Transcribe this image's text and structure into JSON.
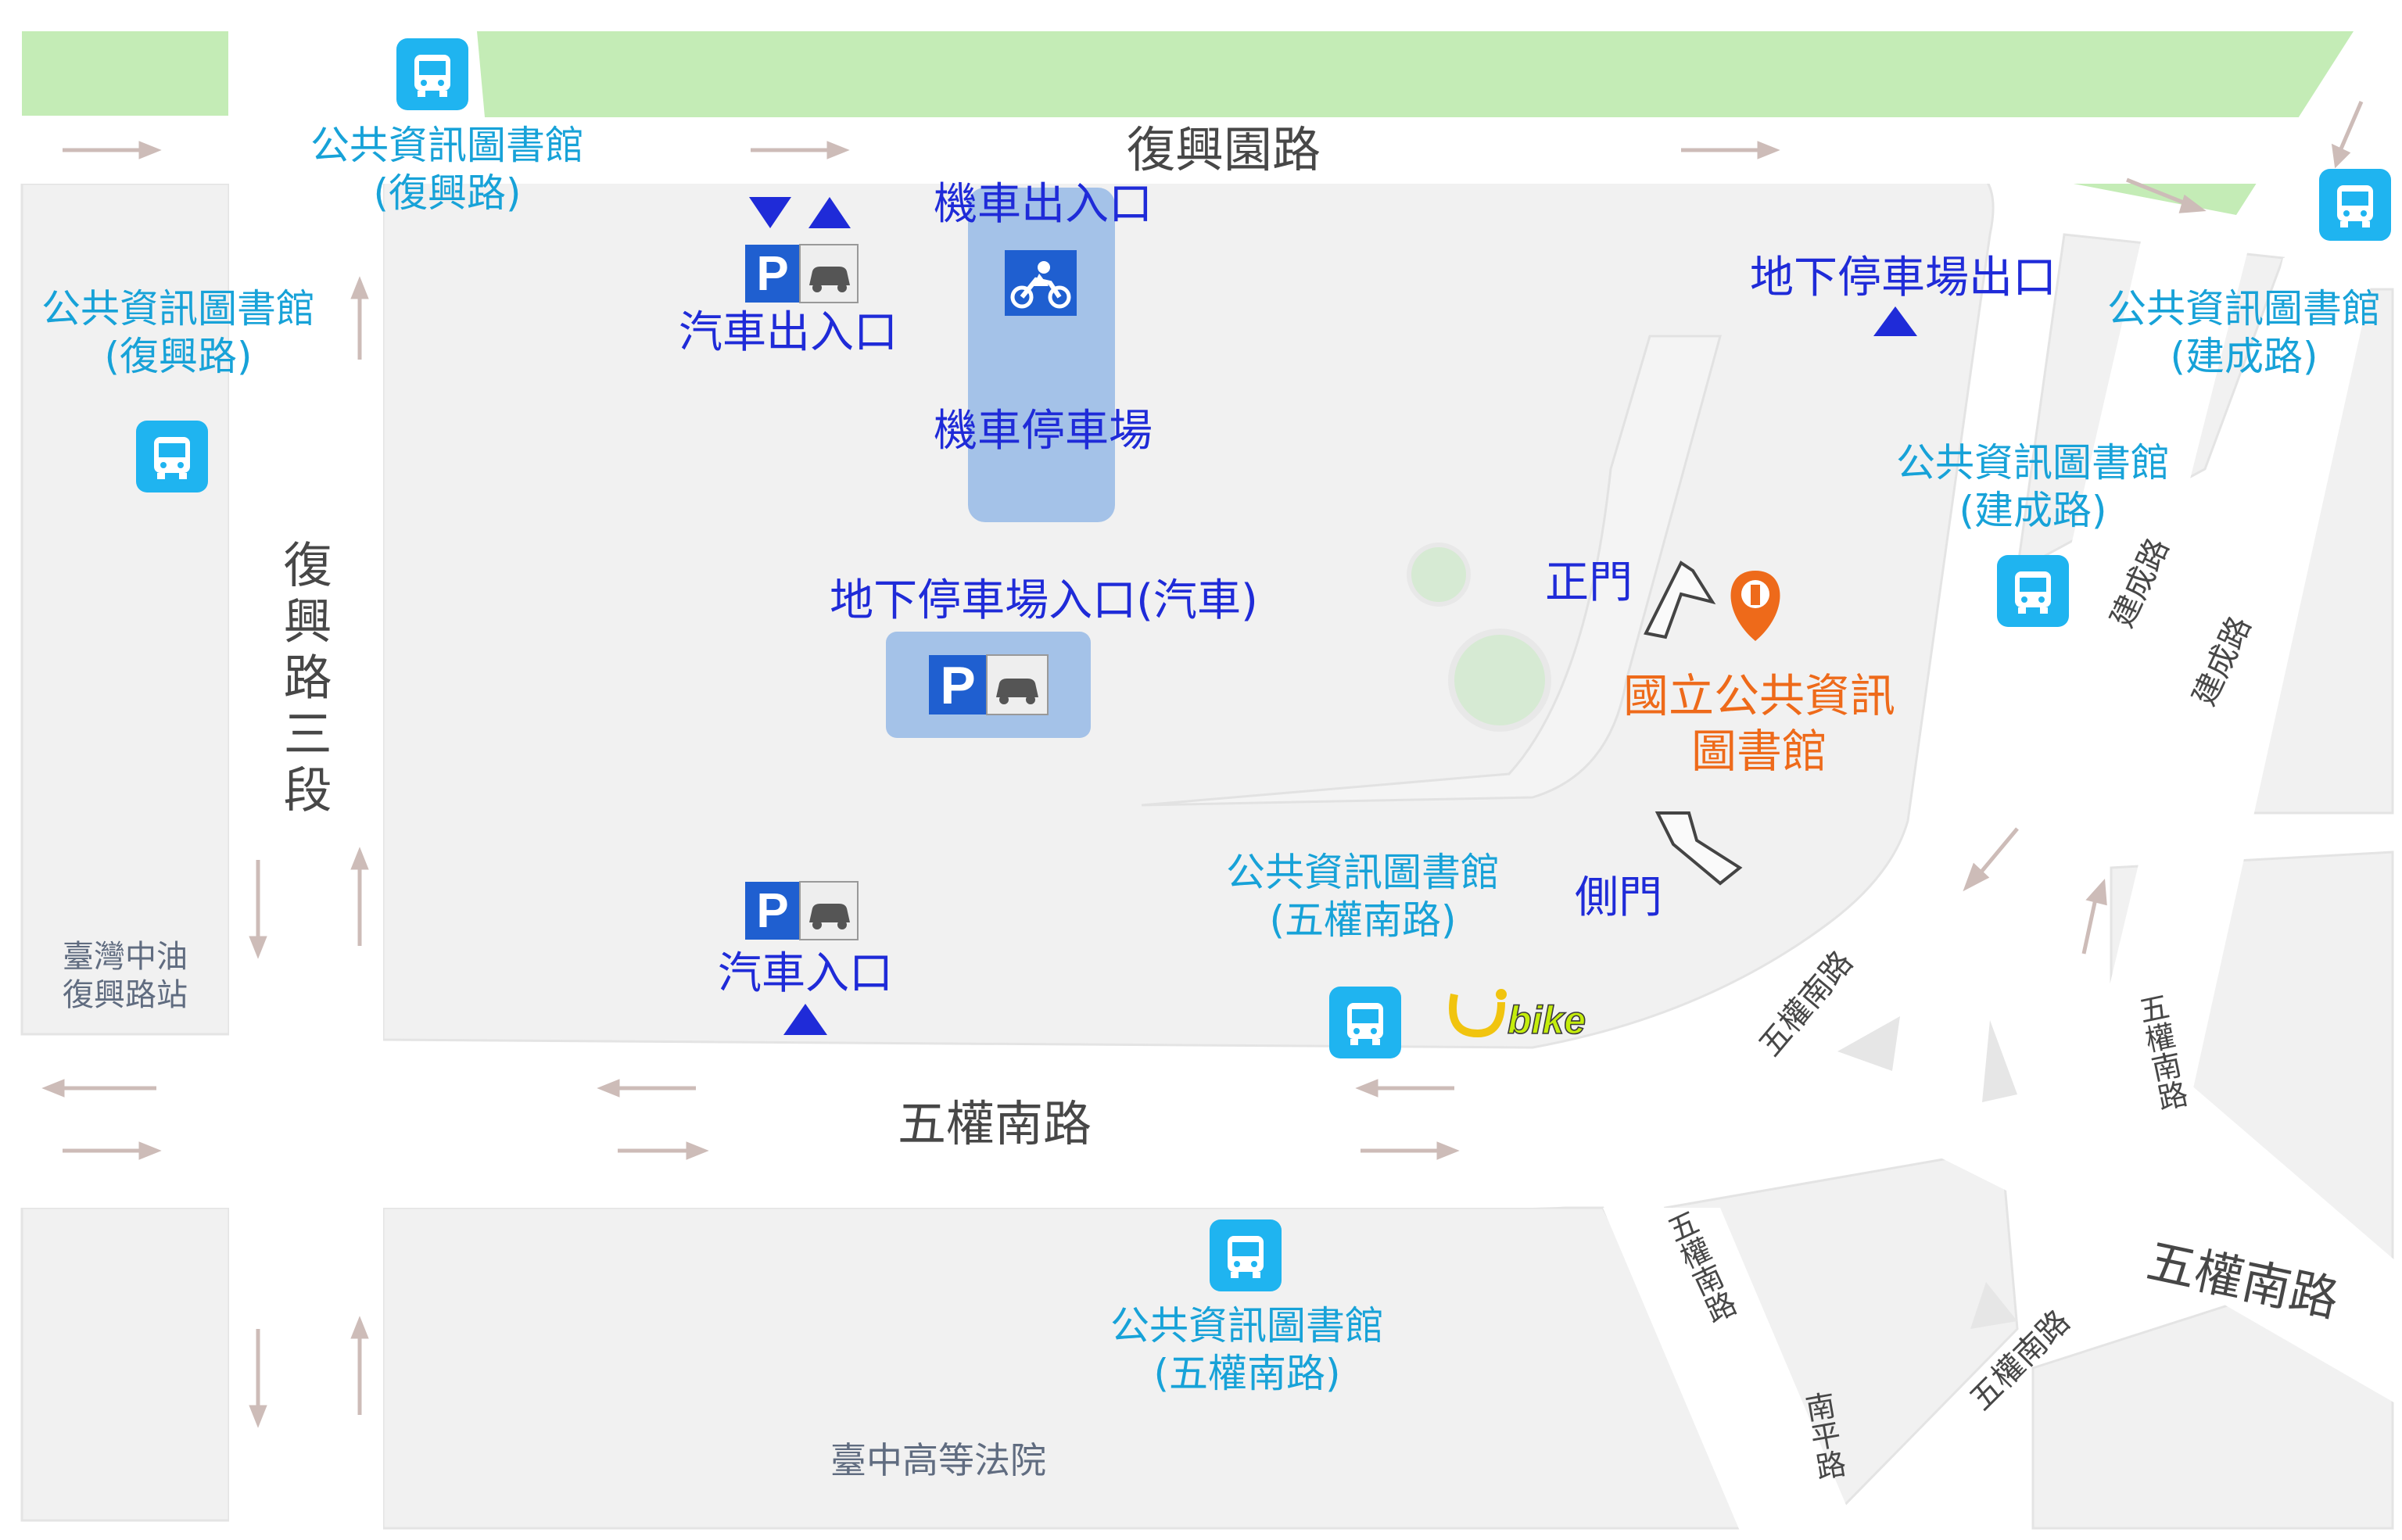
{
  "roads": {
    "fuxing_park": "復興園路",
    "fuxing_sec3": "復興路三段",
    "wuquan_s_main": "五權南路",
    "wuquan_s_right": "五權南路",
    "wuquan_s_diag1": "五權南路",
    "wuquan_s_diag2": "五權南路",
    "wuquan_s_diag3": "五權南路",
    "wuquan_s_diag4": "五權南路",
    "jiancheng1": "建成路",
    "jiancheng2": "建成路",
    "nanping": "南平路"
  },
  "parking": {
    "car_exit_entry": "汽車出入口",
    "motor_entry": "機車出入口",
    "motor_lot": "機車停車場",
    "underground_entry": "地下停車場入口(汽車)",
    "underground_exit": "地下停車場出口",
    "car_entry": "汽車入口"
  },
  "library": {
    "name_line1": "國立公共資訊",
    "name_line2": "圖書館",
    "main_gate": "正門",
    "side_gate": "側門"
  },
  "bus_stops": [
    {
      "name": "公共資訊圖書館",
      "road": "(復興路)"
    },
    {
      "name": "公共資訊圖書館",
      "road": "(復興路)"
    },
    {
      "name": "公共資訊圖書館",
      "road": "(建成路)"
    },
    {
      "name": "公共資訊圖書館",
      "road": "(建成路)"
    },
    {
      "name": "公共資訊圖書館",
      "road": "(五權南路)"
    },
    {
      "name": "公共資訊圖書館",
      "road": "(五權南路)"
    }
  ],
  "buildings": {
    "gas_station_line1": "臺灣中油",
    "gas_station_line2": "復興路站",
    "court": "臺中高等法院"
  },
  "ubike": "Ubike",
  "colors": {
    "road_text": "#474747",
    "parking_text": "#1f2bd8",
    "bus_text": "#17a2d8",
    "bus_icon": "#1fb4f0",
    "library_text": "#ee6a1a",
    "park_green": "#c4ecb6",
    "parking_area": "#a4c2e8",
    "parking_sign": "#1f5fd0"
  },
  "icons": [
    "bus-stop-icon",
    "parking-icon",
    "car-icon",
    "motorcycle-icon",
    "location-pin-icon",
    "gate-flag-icon",
    "arrow-up-icon",
    "arrow-down-icon",
    "ubike-logo"
  ]
}
